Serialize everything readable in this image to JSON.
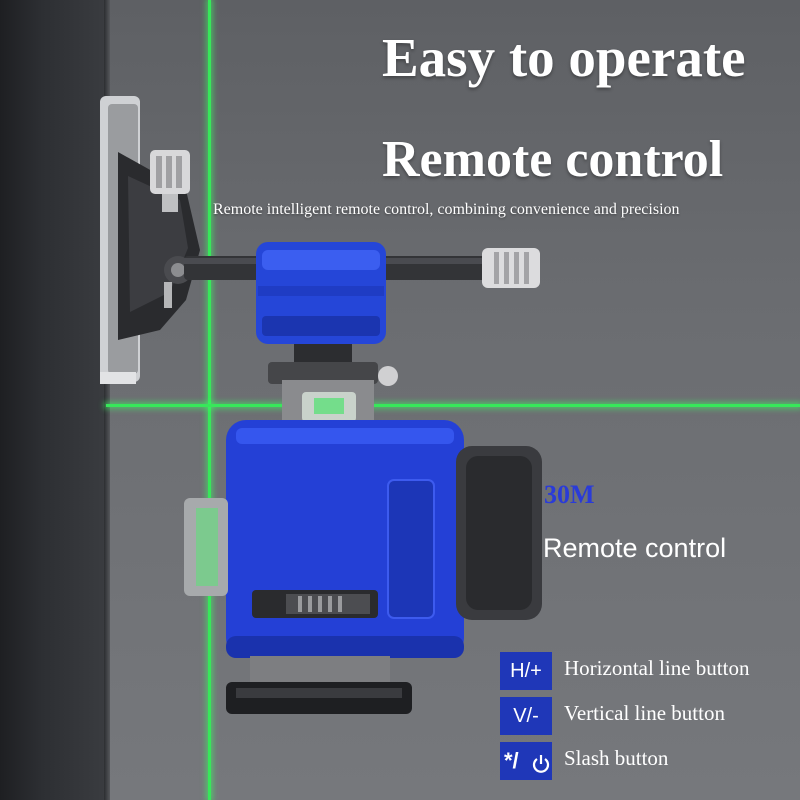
{
  "headline": {
    "line1": "Easy to operate",
    "line2": "Remote control",
    "subtitle": "Remote intelligent remote control, combining convenience and precision"
  },
  "range_badge": {
    "distance": "30M",
    "caption": "Remote control"
  },
  "buttons": [
    {
      "key": "H/+",
      "label": "Horizontal line button"
    },
    {
      "key": "V/-",
      "label": "Vertical line button"
    },
    {
      "key": "*/",
      "icon": "power-icon",
      "label": "Slash button"
    }
  ],
  "colors": {
    "laser": "#37e85a",
    "device_body": "#2440d6",
    "key_background": "#1f37b8",
    "range_text": "#2a3bd8"
  }
}
